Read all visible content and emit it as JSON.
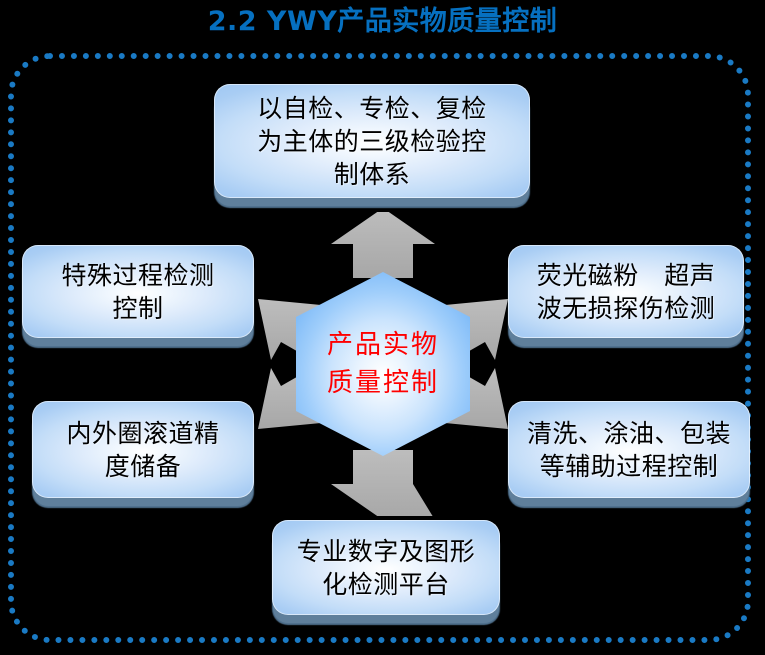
{
  "slide": {
    "title": "2.2 YWY产品实物质量控制",
    "title_color": "#0670c0",
    "background_color": "#000000",
    "frame": {
      "style": "dotted-rounded-rectangle",
      "color": "#1a7ac4"
    }
  },
  "center": {
    "shape": "hexagon",
    "label": "产品实物\n质量控制",
    "text_color": "#ff0000",
    "fill_color": "#bcdcfa",
    "arrow_color": "#b0b0b0",
    "arrow_count": 6
  },
  "nodes": [
    {
      "position": "top",
      "label": "以自检、专检、复检\n为主体的三级检验控\n制体系"
    },
    {
      "position": "top-left",
      "label": "特殊过程检测\n控制"
    },
    {
      "position": "top-right",
      "label": "荧光磁粉　超声\n波无损探伤检测"
    },
    {
      "position": "bottom-left",
      "label": "内外圈滚道精\n度储备"
    },
    {
      "position": "bottom-right",
      "label": "清洗、涂油、包装\n等辅助过程控制"
    },
    {
      "position": "bottom",
      "label": "专业数字及图形\n化检测平台"
    }
  ]
}
